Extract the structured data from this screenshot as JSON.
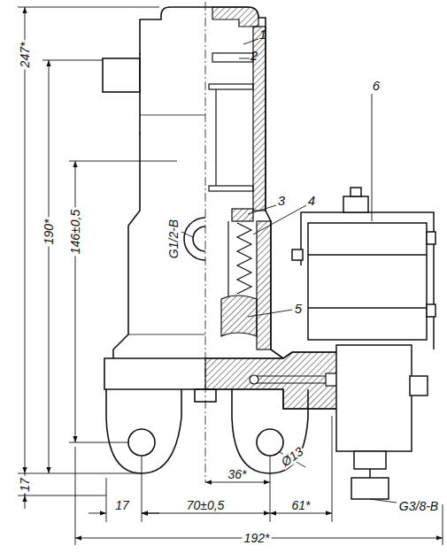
{
  "diagram": {
    "labels": [
      "1",
      "2",
      "3",
      "4",
      "5",
      "6",
      "247*",
      "190*",
      "146±0,5",
      "G1/2-B",
      "17",
      "17",
      "36*",
      "70±0,5",
      "61*",
      "192*",
      "Ø13",
      "G3/8-B"
    ]
  }
}
